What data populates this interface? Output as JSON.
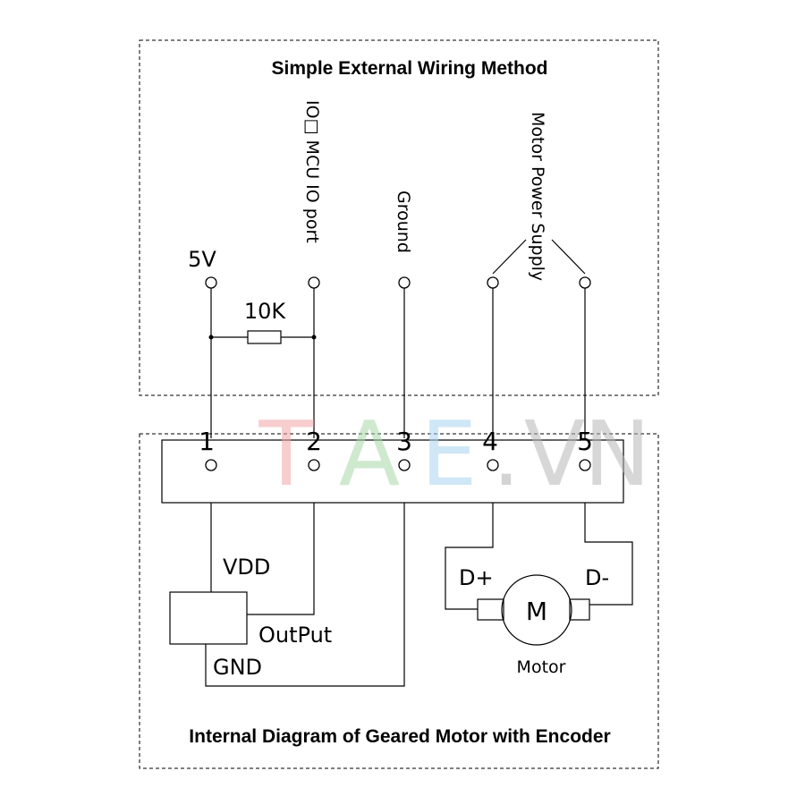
{
  "external": {
    "title": "Simple External Wiring Method",
    "label_5v": "5V",
    "label_io": "IO□ MCU IO port",
    "label_ground": "Ground",
    "label_power": "Motor Power Supply",
    "label_resistor": "10K"
  },
  "internal": {
    "title": "Internal Diagram of Geared Motor with Encoder",
    "pins": [
      "1",
      "2",
      "3",
      "4",
      "5"
    ],
    "label_vdd": "VDD",
    "label_output": "OutPut",
    "label_gnd": "GND",
    "label_dplus": "D+",
    "label_dminus": "D-",
    "motor_symbol": "M",
    "motor_label": "Motor"
  },
  "watermark": {
    "letters": [
      "T",
      "A",
      "E",
      ".",
      "V",
      "N"
    ],
    "colors": [
      "#f2a6a6",
      "#a8d8a8",
      "#a8d4f0",
      "#b0b0b0",
      "#b8b8b8",
      "#b8b8b8"
    ]
  }
}
